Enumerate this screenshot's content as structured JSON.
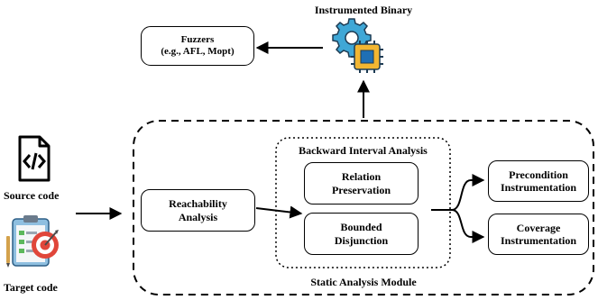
{
  "title": "Instrumented Binary",
  "fuzzers": {
    "line1": "Fuzzers",
    "line2": "(e.g., AFL, Mopt)"
  },
  "inputs": {
    "source_code": "Source code",
    "target_code": "Target code"
  },
  "module": {
    "label": "Static Analysis Module",
    "reachability": {
      "line1": "Reachability",
      "line2": "Analysis"
    },
    "backward": {
      "label": "Backward Interval Analysis",
      "relation": {
        "line1": "Relation",
        "line2": "Preservation"
      },
      "bounded": {
        "line1": "Bounded",
        "line2": "Disjunction"
      }
    },
    "precondition": {
      "line1": "Precondition",
      "line2": "Instrumentation"
    },
    "coverage": {
      "line1": "Coverage",
      "line2": "Instrumentation"
    }
  },
  "icons": {
    "source": "source-code-file-icon",
    "target": "target-clipboard-icon",
    "binary": "gear-chip-icon"
  },
  "colors": {
    "gear": "#3fa7d6",
    "chip": "#f2b632",
    "chip_core": "#1f6fb5",
    "target_red": "#e0463a",
    "clipboard": "#8fbfe0"
  }
}
